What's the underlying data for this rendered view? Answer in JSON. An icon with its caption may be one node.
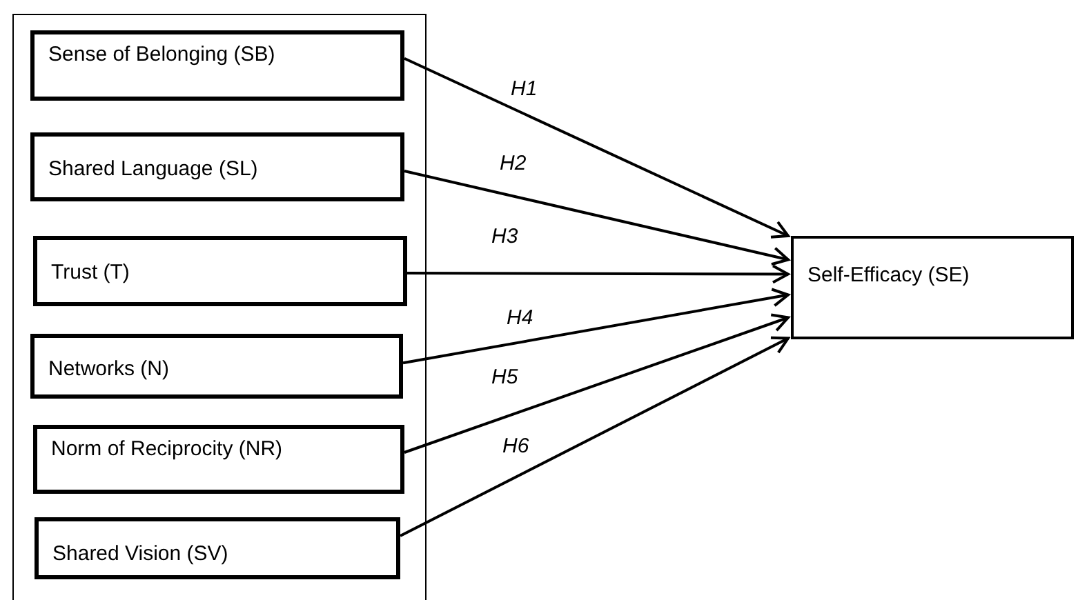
{
  "diagram": {
    "nodes": [
      {
        "text": [],
        "shape": "box"
      },
      {
        "text": [
          "Sense of Belonging (SB)"
        ],
        "in": 0
      },
      {
        "text": [
          "Shared Language (SL)"
        ],
        "in": 0
      },
      {
        "text": [
          "Trust (T)"
        ],
        "in": 0
      },
      {
        "text": [
          "Networks (N)"
        ],
        "in": 0
      },
      {
        "text": [
          "Norm of Reciprocity (NR)"
        ],
        "in": 0
      },
      {
        "text": [
          "Shared Vision (SV)"
        ],
        "in": 0
      },
      {
        "text": [
          "Self-Efficacy (SE)"
        ]
      }
    ],
    "edges": [
      {
        "from": 1,
        "to": 7,
        "arrow": "to",
        "label": "H1"
      },
      {
        "from": 2,
        "to": 7,
        "arrow": "to",
        "label": "H2"
      },
      {
        "from": 3,
        "to": 7,
        "arrow": "to",
        "label": "H3"
      },
      {
        "from": 4,
        "to": 7,
        "arrow": "to",
        "label": "H4"
      },
      {
        "from": 5,
        "to": 7,
        "arrow": "to",
        "label": "H5"
      },
      {
        "from": 6,
        "to": 7,
        "arrow": "to",
        "label": "H6"
      }
    ]
  }
}
